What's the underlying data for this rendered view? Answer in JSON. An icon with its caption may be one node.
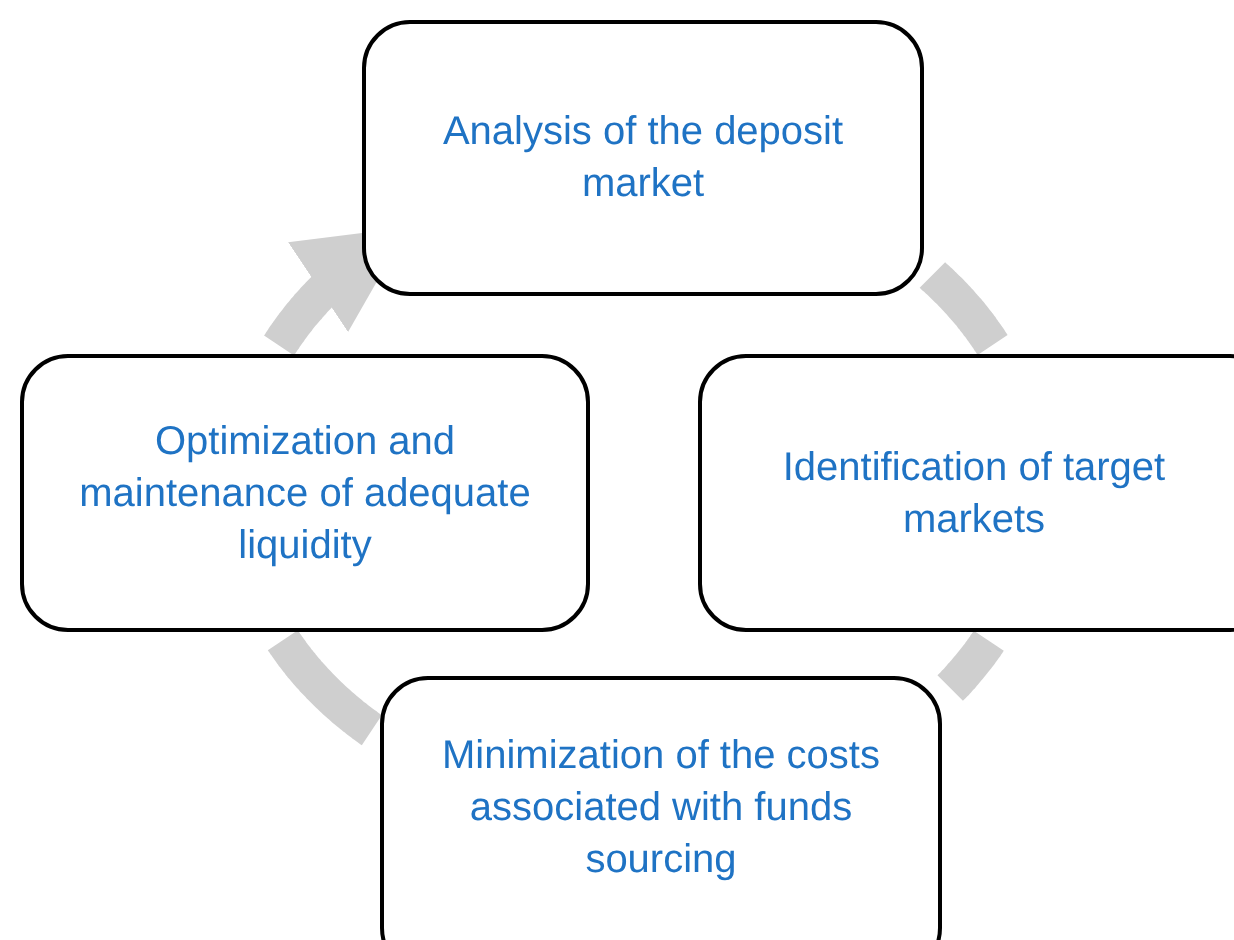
{
  "diagram": {
    "nodes": [
      {
        "text": [
          "Analysis of the deposit market"
        ]
      },
      {
        "text": [
          "Identification of target markets"
        ]
      },
      {
        "text": [
          "Minimization of the costs associated with funds sourcing"
        ]
      },
      {
        "text": [
          "Optimization and maintenance of adequate liquidity"
        ]
      }
    ],
    "edges": [
      {
        "from": 0,
        "to": 1,
        "arrow": "none"
      },
      {
        "from": 1,
        "to": 2,
        "arrow": "none"
      },
      {
        "from": 2,
        "to": 3,
        "arrow": "none"
      },
      {
        "from": 3,
        "to": 0,
        "arrow": "to"
      }
    ]
  }
}
